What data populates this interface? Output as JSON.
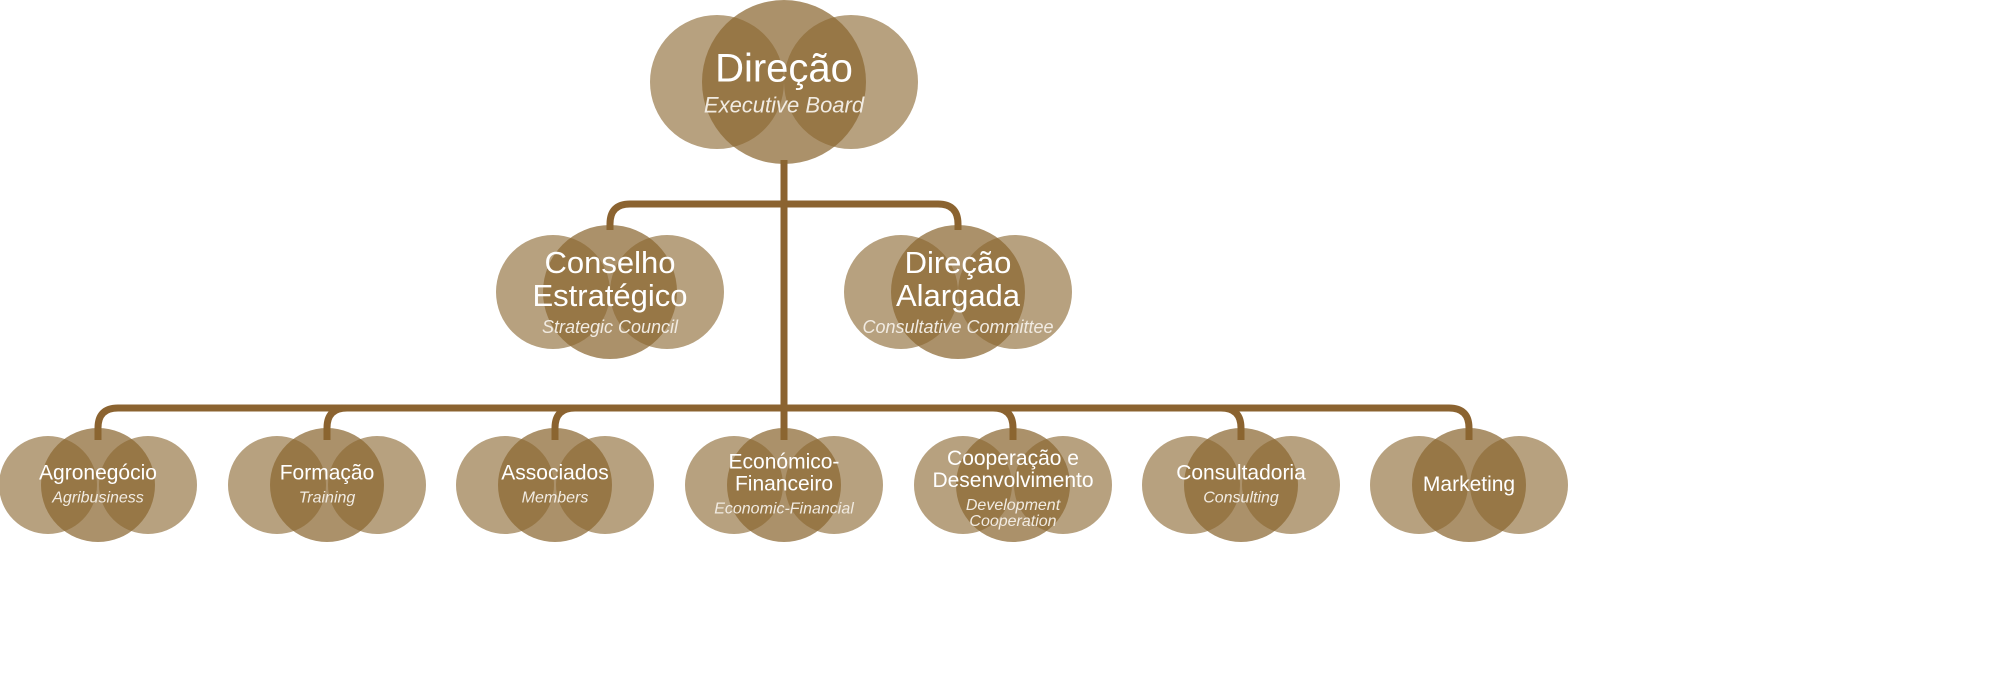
{
  "colors": {
    "line": "#8b6330",
    "side": "#b7a17f",
    "center": "#a08459",
    "overlap": "#8b6b3c"
  },
  "nodes": [
    {
      "title": "Direção",
      "subtitle": "Executive Board",
      "level": 0
    },
    {
      "title": "Conselho\nEstratégico",
      "subtitle": "Strategic Council",
      "level": 1
    },
    {
      "title": "Direção\nAlargada",
      "subtitle": "Consultative Committee",
      "level": 1
    },
    {
      "title": "Agronegócio",
      "subtitle": "Agribusiness",
      "level": 2
    },
    {
      "title": "Formação",
      "subtitle": "Training",
      "level": 2
    },
    {
      "title": "Associados",
      "subtitle": "Members",
      "level": 2
    },
    {
      "title": "Económico-\nFinanceiro",
      "subtitle": "Economic-Financial",
      "level": 2
    },
    {
      "title": "Cooperação e\nDesenvolvimento",
      "subtitle": "Development\nCooperation",
      "level": 2
    },
    {
      "title": "Consultadoria",
      "subtitle": "Consulting",
      "level": 2
    },
    {
      "title": "Marketing",
      "subtitle": "",
      "level": 2
    }
  ]
}
